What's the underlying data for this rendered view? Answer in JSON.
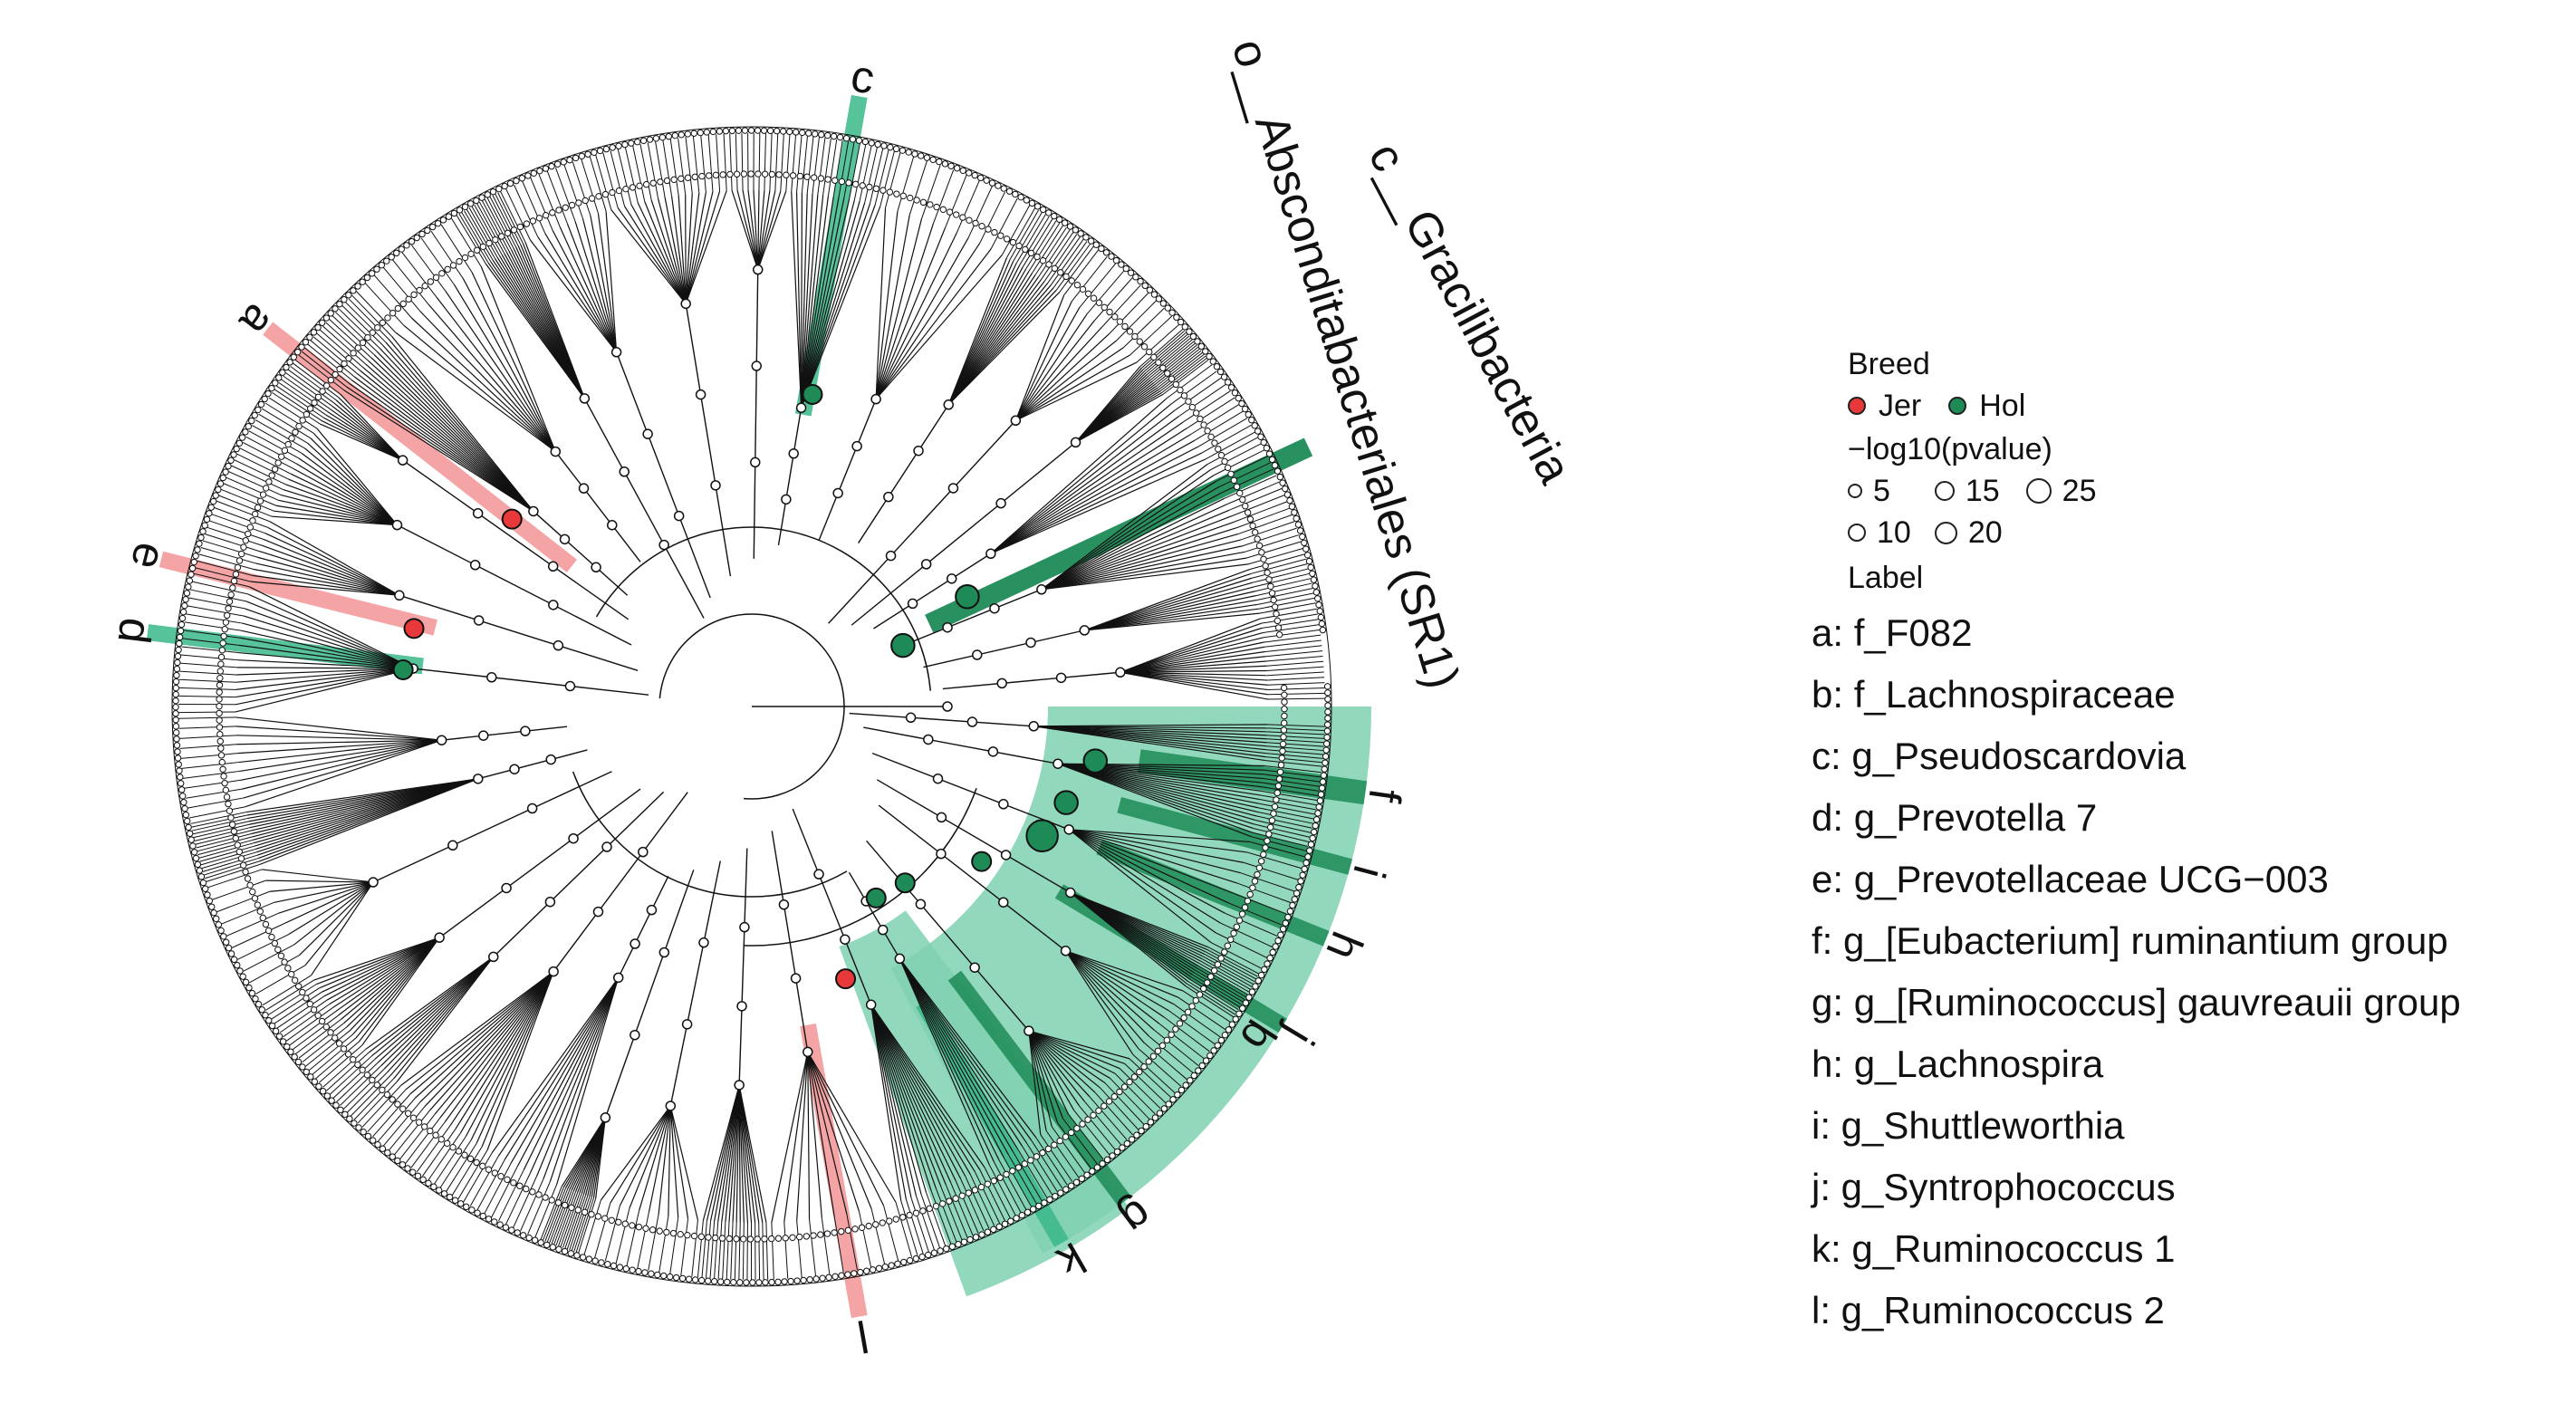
{
  "clade_labels": [
    {
      "key": "a",
      "clade": "Jer",
      "angle": 142,
      "r0": 420,
      "r1": 1130
    },
    {
      "key": "c",
      "clade": "Hol",
      "angle": 80,
      "r0": 545,
      "r1": 1140
    },
    {
      "key": "d",
      "clade": "Hol",
      "angle": 173,
      "r0": 610,
      "r1": 1120
    },
    {
      "key": "e",
      "clade": "Jer",
      "angle": 166,
      "r0": 600,
      "r1": 1120
    },
    {
      "key": "f",
      "clade": "Hol",
      "angle": -8,
      "r0": 720,
      "r1": 1140
    },
    {
      "key": "g",
      "clade": "Hol",
      "angle": -53,
      "r0": 620,
      "r1": 1140
    },
    {
      "key": "h",
      "clade": "Hol",
      "angle": -22,
      "r0": 690,
      "r1": 1140
    },
    {
      "key": "i",
      "clade": "Hol",
      "angle": -15,
      "r0": 700,
      "r1": 1140
    },
    {
      "key": "j",
      "clade": "Hol",
      "angle": -31,
      "r0": 660,
      "r1": 1140
    },
    {
      "key": "k",
      "clade": "Hol",
      "angle": -60,
      "r0": 630,
      "r1": 1140
    },
    {
      "key": "l",
      "clade": "Jer",
      "angle": -80,
      "r0": 595,
      "r1": 1140
    }
  ],
  "hol_sectors": [
    {
      "key": "b",
      "start": -62,
      "end": 0
    },
    {
      "key": "k",
      "start": -70,
      "end": -53
    }
  ],
  "hol_bar_main": {
    "angle": 25,
    "r0": 360,
    "r1": 1130
  },
  "highlight_nodes": [
    {
      "clade": "Jer",
      "angle": 142,
      "r": 560,
      "pvalue_log": 10
    },
    {
      "clade": "Jer",
      "angle": 167,
      "r": 638,
      "pvalue_log": 10
    },
    {
      "clade": "Hol",
      "angle": 174,
      "r": 645,
      "pvalue_log": 10
    },
    {
      "clade": "Hol",
      "angle": 79,
      "r": 585,
      "pvalue_log": 10
    },
    {
      "clade": "Hol",
      "angle": 27,
      "r": 445,
      "pvalue_log": 15
    },
    {
      "clade": "Hol",
      "angle": 22,
      "r": 300,
      "pvalue_log": 15
    },
    {
      "clade": "Hol",
      "angle": -9,
      "r": 640,
      "pvalue_log": 15
    },
    {
      "clade": "Hol",
      "angle": -17,
      "r": 605,
      "pvalue_log": 15
    },
    {
      "clade": "Hol",
      "angle": -24,
      "r": 585,
      "pvalue_log": 25
    },
    {
      "clade": "Hol",
      "angle": -34,
      "r": 510,
      "pvalue_log": 10
    },
    {
      "clade": "Hol",
      "angle": -49,
      "r": 430,
      "pvalue_log": 10
    },
    {
      "clade": "Hol",
      "angle": -57,
      "r": 420,
      "pvalue_log": 10
    },
    {
      "clade": "Jer",
      "angle": -71,
      "r": 530,
      "pvalue_log": 10
    }
  ],
  "phylum_labels": [
    {
      "text": "c__Gracilibacteria"
    },
    {
      "text": "o__Absconditabacteriales (SR1)"
    }
  ],
  "legend": {
    "breed_title": "Breed",
    "breed_items": [
      {
        "label": "Jer",
        "color": "#e8393a"
      },
      {
        "label": "Hol",
        "color": "#1e8b57"
      }
    ],
    "size_title": "−log10(pvalue)",
    "size_items": [
      "5",
      "15",
      "25",
      "10",
      "20"
    ],
    "label_title": "Label"
  },
  "labels": [
    "a: f_F082",
    "b: f_Lachnospiraceae",
    "c: g_Pseudoscardovia",
    "d: g_Prevotella 7",
    "e: g_Prevotellaceae UCG−003",
    "f:  g_[Eubacterium] ruminantium group",
    "g: g_[Ruminococcus] gauvreauii group",
    "h: g_Lachnospira",
    "i:  g_Shuttleworthia",
    "j:  g_Syntrophococcus",
    "k: g_Ruminococcus 1",
    "l:  g_Ruminococcus 2"
  ],
  "colors": {
    "jer": "#e8393a",
    "hol": "#1e8b57",
    "hol_shade": "#7fd1b1",
    "jer_shade": "#f39b9b"
  }
}
